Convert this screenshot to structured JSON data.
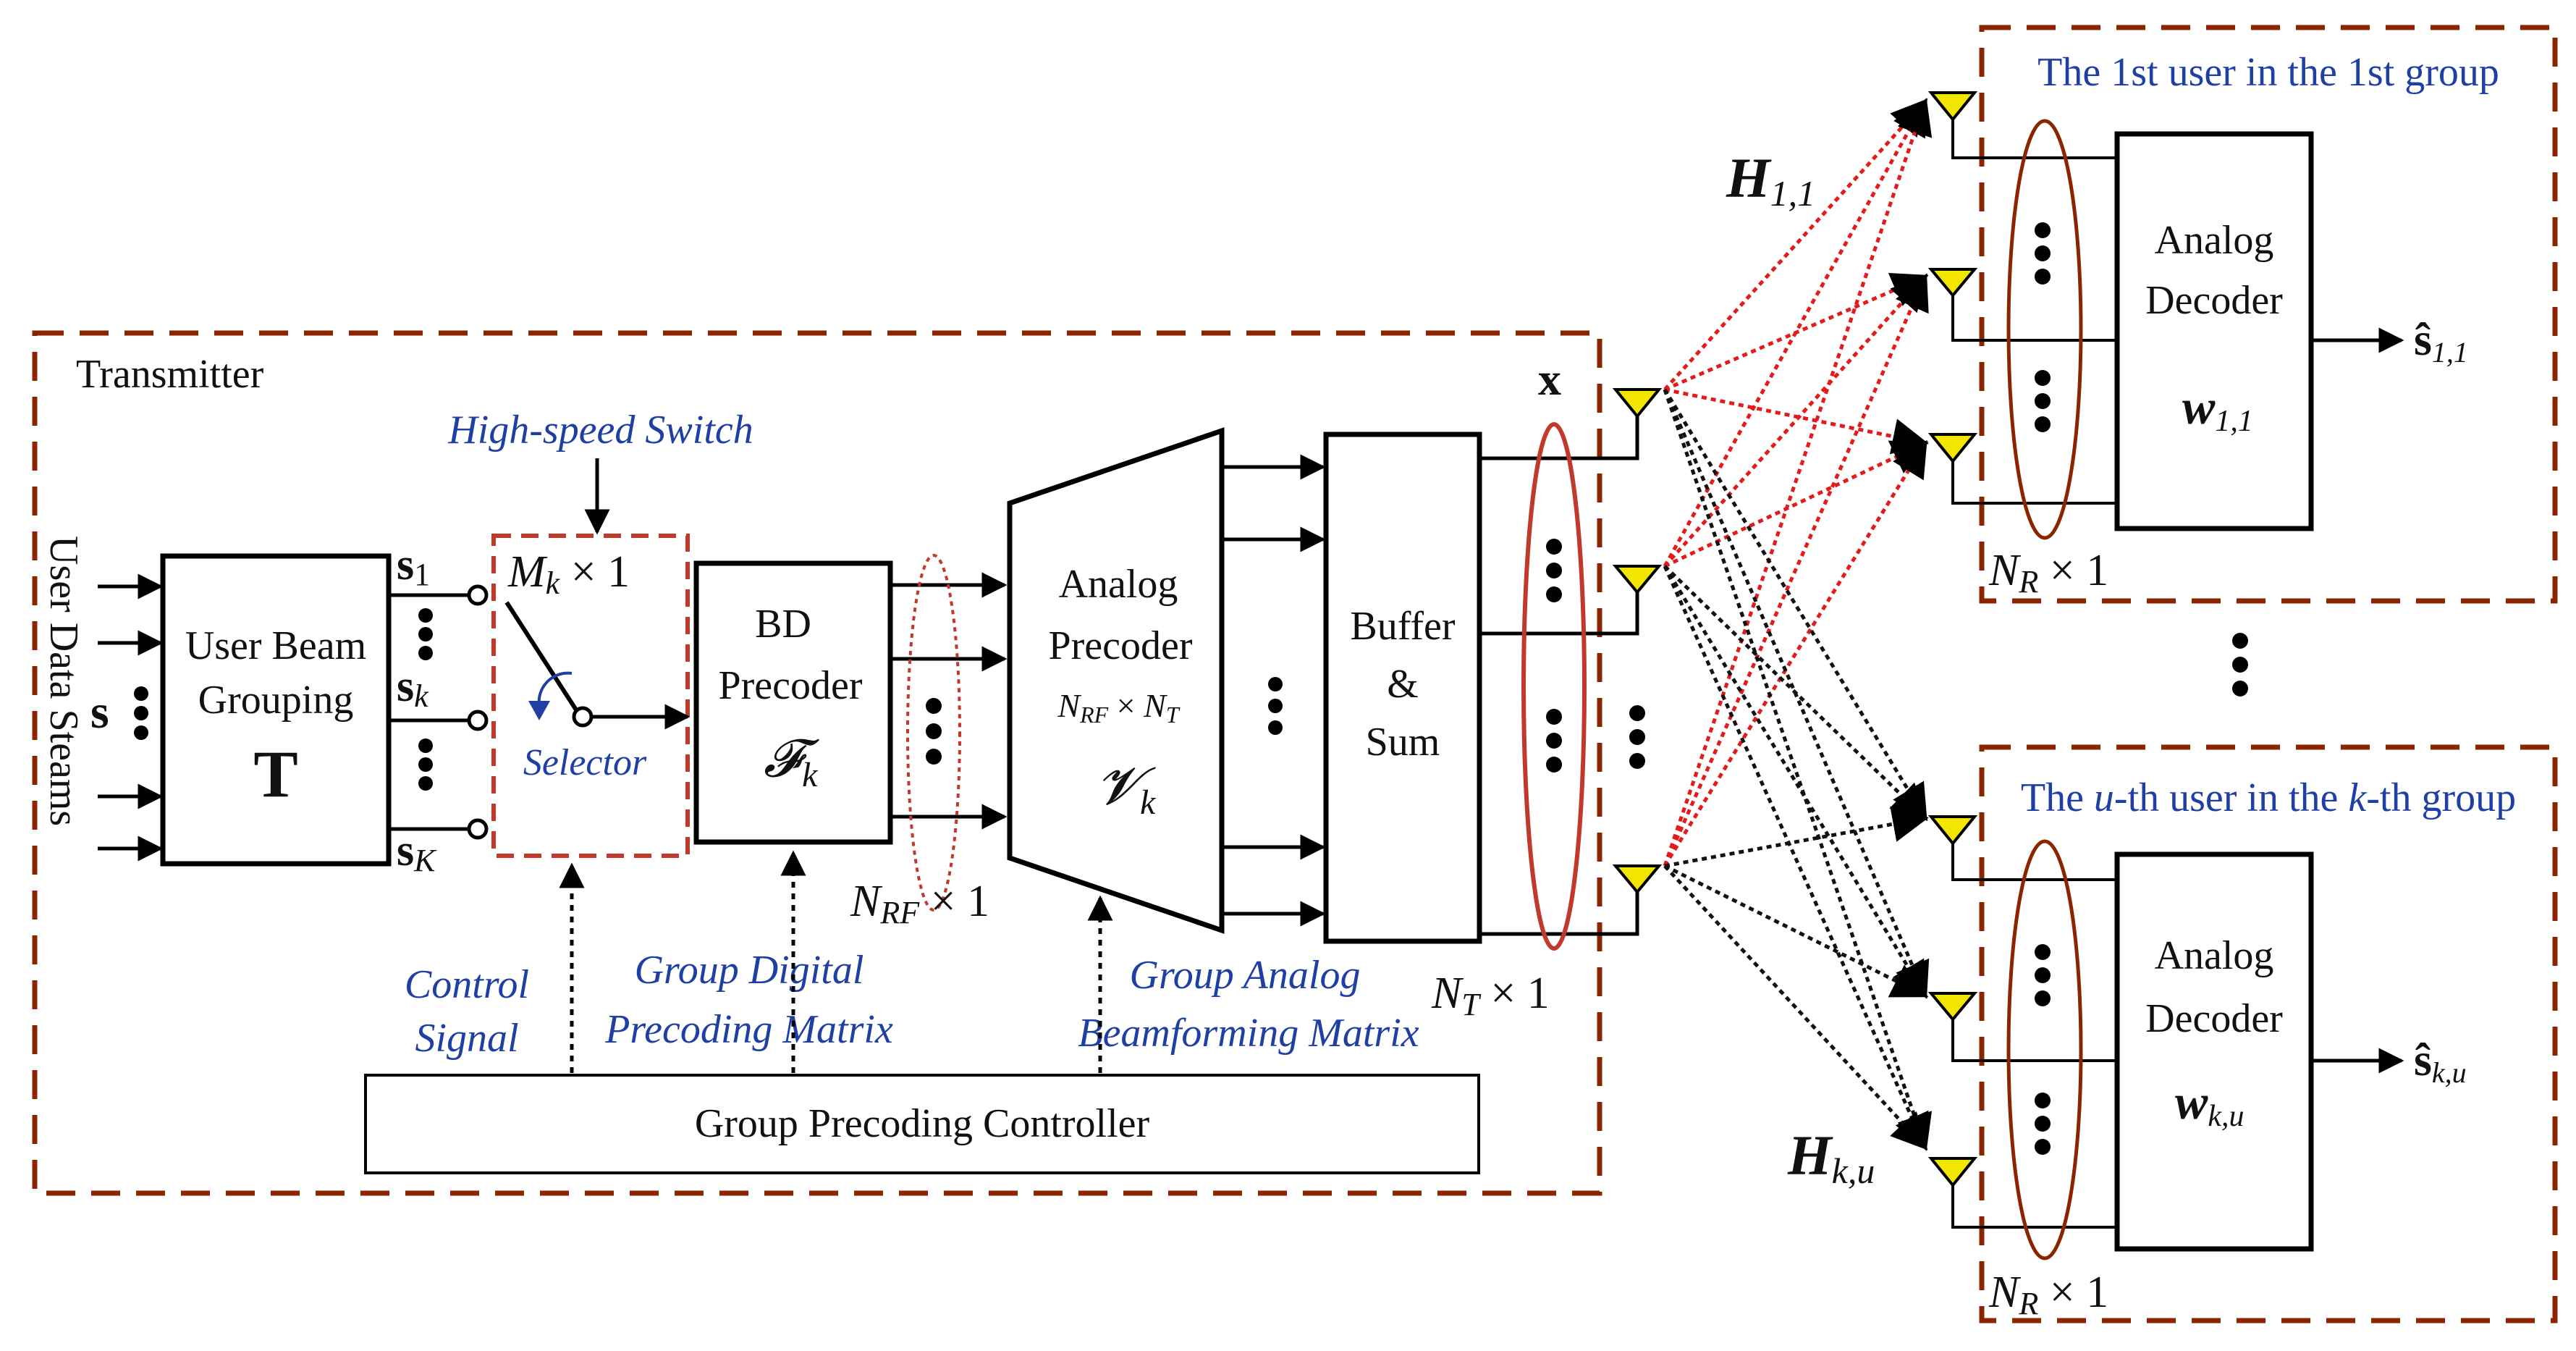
{
  "colors": {
    "dashed_border": "#8B2500",
    "annotation_blue": "#1f3fa5",
    "red_link": "#e31b1b",
    "antenna_fill": "#f2e600",
    "ellipse": "#8B2500"
  },
  "transmitter": {
    "title": "Transmitter",
    "input_label": "User Data Steams",
    "s_vector": "s",
    "grouping_block": {
      "line1": "User Beam",
      "line2": "Grouping",
      "symbol": "T"
    },
    "stream_labels": {
      "first_main": "s",
      "first_sub": "1",
      "mid_main": "s",
      "mid_sub": "k",
      "last_main": "s",
      "last_sub": "K"
    },
    "switch_label": "High-speed Switch",
    "switch_dim": {
      "main": "M",
      "sub": "k",
      "tail": " × 1"
    },
    "selector_label": "Selector",
    "bd_precoder": {
      "line1": "BD",
      "line2": "Precoder",
      "sym_main": "𝓕",
      "sym_sub": "k"
    },
    "nrf_dim": {
      "main": "N",
      "sub": "RF",
      "tail": " × 1"
    },
    "analog_precoder": {
      "line1": "Analog",
      "line2": "Precoder",
      "dim_n1": "N",
      "dim_s1": "RF",
      "dim_x": " × ",
      "dim_n2": "N",
      "dim_s2": "T",
      "sym_main": "𝓥",
      "sym_sub": "k"
    },
    "buffer_sum": {
      "line1": "Buffer",
      "line2": "&",
      "line3": "Sum"
    },
    "x_label": "x",
    "nt_dim": {
      "main": "N",
      "sub": "T",
      "tail": " × 1"
    },
    "control_signal": {
      "line1": "Control",
      "line2": "Signal"
    },
    "group_digital": {
      "line1": "Group Digital",
      "line2": "Precoding Matrix"
    },
    "group_analog": {
      "line1": "Group Analog",
      "line2": "Beamforming  Matrix"
    },
    "controller_label": "Group Precoding Controller"
  },
  "channels": {
    "h11": {
      "main": "H",
      "sub": "1,1"
    },
    "hku": {
      "main": "H",
      "sub": "k,u"
    }
  },
  "receivers": {
    "top": {
      "title": "The 1st user in the 1st group",
      "decoder_line1": "Analog",
      "decoder_line2": "Decoder",
      "w_main": "w",
      "w_sub": "1,1",
      "nr_main": "N",
      "nr_sub": "R",
      "nr_tail": " × 1",
      "out_main": "ŝ",
      "out_sub": "1,1"
    },
    "bottom": {
      "title_p1": "The ",
      "title_u": "u",
      "title_p2": "-th user in the ",
      "title_k": "k",
      "title_p3": "-th group",
      "decoder_line1": "Analog",
      "decoder_line2": "Decoder",
      "w_main": "w",
      "w_sub": "k,u",
      "nr_main": "N",
      "nr_sub": "R",
      "nr_tail": " × 1",
      "out_main": "ŝ",
      "out_sub": "k,u"
    }
  }
}
